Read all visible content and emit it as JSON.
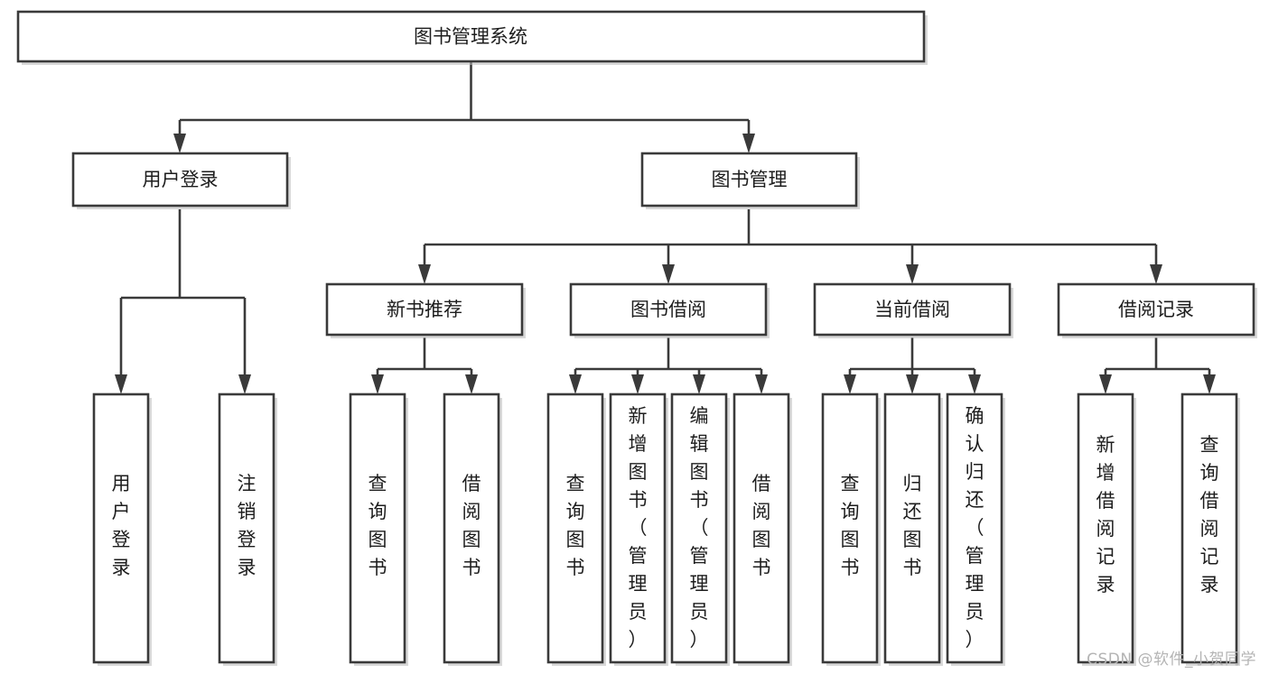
{
  "diagram": {
    "type": "tree-hierarchy",
    "title": "图书管理系统",
    "watermark": "CSDN @软件_小贺同学",
    "colors": {
      "box_stroke": "#3a3a3a",
      "box_fill": "#ffffff",
      "text": "#1d1d1d",
      "connector": "#3a3a3a",
      "watermark": "#b4b4b4",
      "background": "#ffffff"
    },
    "root": {
      "id": "root",
      "label": "图书管理系统"
    },
    "level1": [
      {
        "id": "user-login",
        "label": "用户登录"
      },
      {
        "id": "book-management",
        "label": "图书管理"
      }
    ],
    "level2": [
      {
        "id": "new-book-recommend",
        "label": "新书推荐",
        "parent": "book-management"
      },
      {
        "id": "book-borrow",
        "label": "图书借阅",
        "parent": "book-management"
      },
      {
        "id": "current-borrow",
        "label": "当前借阅",
        "parent": "book-management"
      },
      {
        "id": "borrow-record",
        "label": "借阅记录",
        "parent": "book-management"
      }
    ],
    "leaves": [
      {
        "id": "leaf-user-login",
        "label": "用户登录",
        "parent": "user-login"
      },
      {
        "id": "leaf-logout",
        "label": "注销登录",
        "parent": "user-login"
      },
      {
        "id": "leaf-query-book-1",
        "label": "查询图书",
        "parent": "new-book-recommend"
      },
      {
        "id": "leaf-borrow-book-1",
        "label": "借阅图书",
        "parent": "new-book-recommend"
      },
      {
        "id": "leaf-query-book-2",
        "label": "查询图书",
        "parent": "book-borrow"
      },
      {
        "id": "leaf-add-book",
        "label": "新增图书（管理员）",
        "parent": "book-borrow"
      },
      {
        "id": "leaf-edit-book",
        "label": "编辑图书（管理员）",
        "parent": "book-borrow"
      },
      {
        "id": "leaf-borrow-book-2",
        "label": "借阅图书",
        "parent": "book-borrow"
      },
      {
        "id": "leaf-query-book-3",
        "label": "查询图书",
        "parent": "current-borrow"
      },
      {
        "id": "leaf-return-book",
        "label": "归还图书",
        "parent": "current-borrow"
      },
      {
        "id": "leaf-confirm-return",
        "label": "确认归还（管理员）",
        "parent": "current-borrow"
      },
      {
        "id": "leaf-add-record",
        "label": "新增借阅记录",
        "parent": "borrow-record"
      },
      {
        "id": "leaf-query-record",
        "label": "查询借阅记录",
        "parent": "borrow-record"
      }
    ]
  }
}
